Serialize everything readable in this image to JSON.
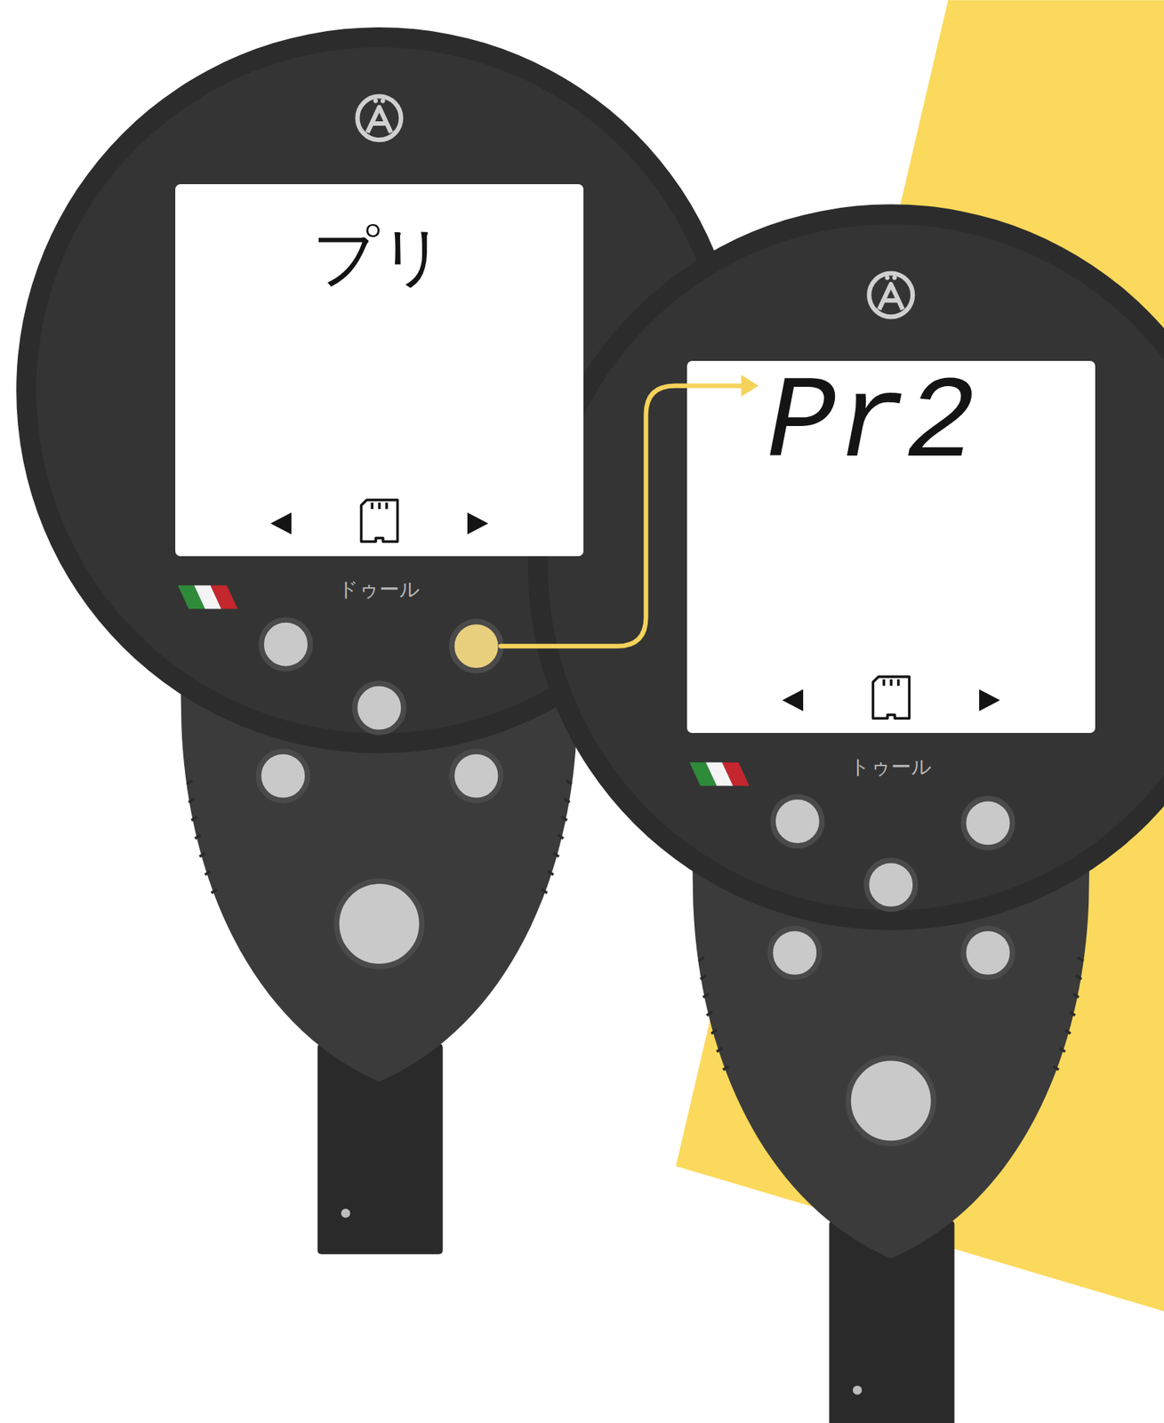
{
  "diagram": {
    "nodes": [
      {
        "text": [
          "プリ"
        ]
      },
      {
        "text": [
          "Pr2"
        ]
      }
    ],
    "labels": [
      "ドゥール",
      "トゥール"
    ]
  }
}
